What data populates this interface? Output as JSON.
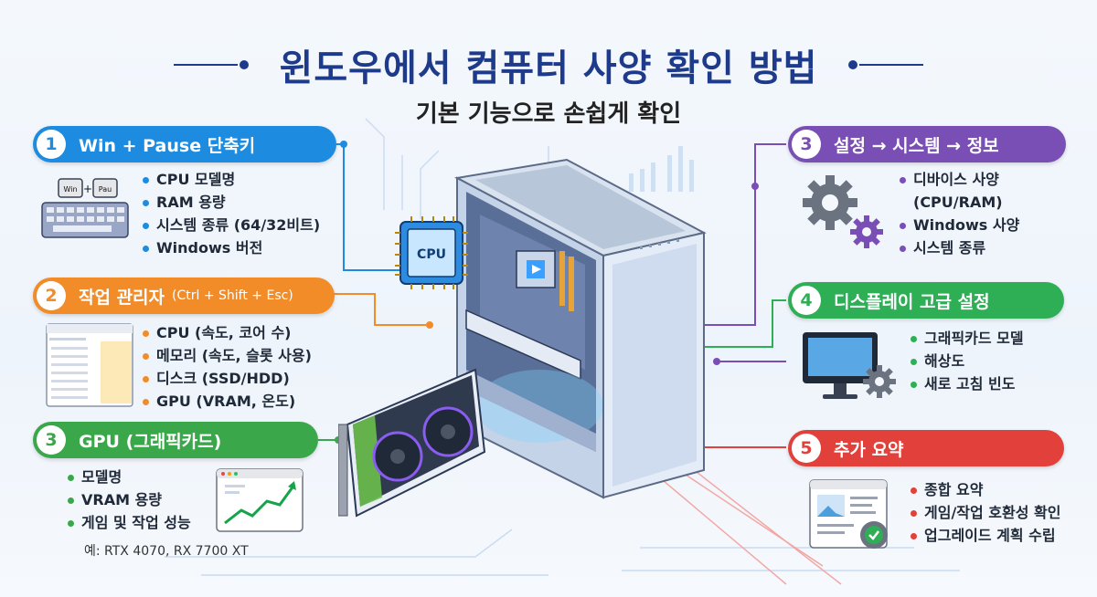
{
  "title": "윈도우에서 컴퓨터 사양 확인 방법",
  "subtitle": "기본 기능으로 손쉽게 확인",
  "colors": {
    "blue": "#1d8ce0",
    "orange": "#f28c28",
    "green": "#3aa84a",
    "purple": "#7a4fb5",
    "teal": "#2eae55",
    "red": "#e2403b",
    "title": "#1e3a8a"
  },
  "sections": {
    "win_pause": {
      "number": "1",
      "title": "Win + Pause 단축키",
      "key_labels": [
        "Win",
        "+",
        "Pau"
      ],
      "items": [
        "CPU 모델명",
        "RAM 용량",
        "시스템 종류 (64/32비트)",
        "Windows 버전"
      ]
    },
    "task_manager": {
      "number": "2",
      "title": "작업 관리자",
      "shortcut": "(Ctrl + Shift + Esc)",
      "items": [
        "CPU (속도, 코어 수)",
        "메모리 (속도, 슬롯 사용)",
        "디스크 (SSD/HDD)",
        "GPU (VRAM, 온도)"
      ]
    },
    "gpu": {
      "number": "3",
      "title": "GPU (그래픽카드)",
      "items": [
        "모델명",
        "VRAM 용량",
        "게임 및 작업 성능"
      ],
      "example": "예: RTX 4070, RX 7700 XT"
    },
    "settings": {
      "number": "3",
      "title": "설정 → 시스템 → 정보",
      "items": [
        "디바이스 사양",
        "Windows 사양",
        "시스템 종류"
      ],
      "items_continuation": "(CPU/RAM)"
    },
    "display": {
      "number": "4",
      "title": "디스플레이 고급 설정",
      "items": [
        "그래픽카드 모델",
        "해상도",
        "새로 고침 빈도"
      ]
    },
    "summary": {
      "number": "5",
      "title": "추가 요약",
      "items": [
        "종합 요약",
        "게임/작업 호환성 확인",
        "업그레이드 계획 수립"
      ]
    }
  },
  "illustration": {
    "cpu_label": "CPU"
  }
}
